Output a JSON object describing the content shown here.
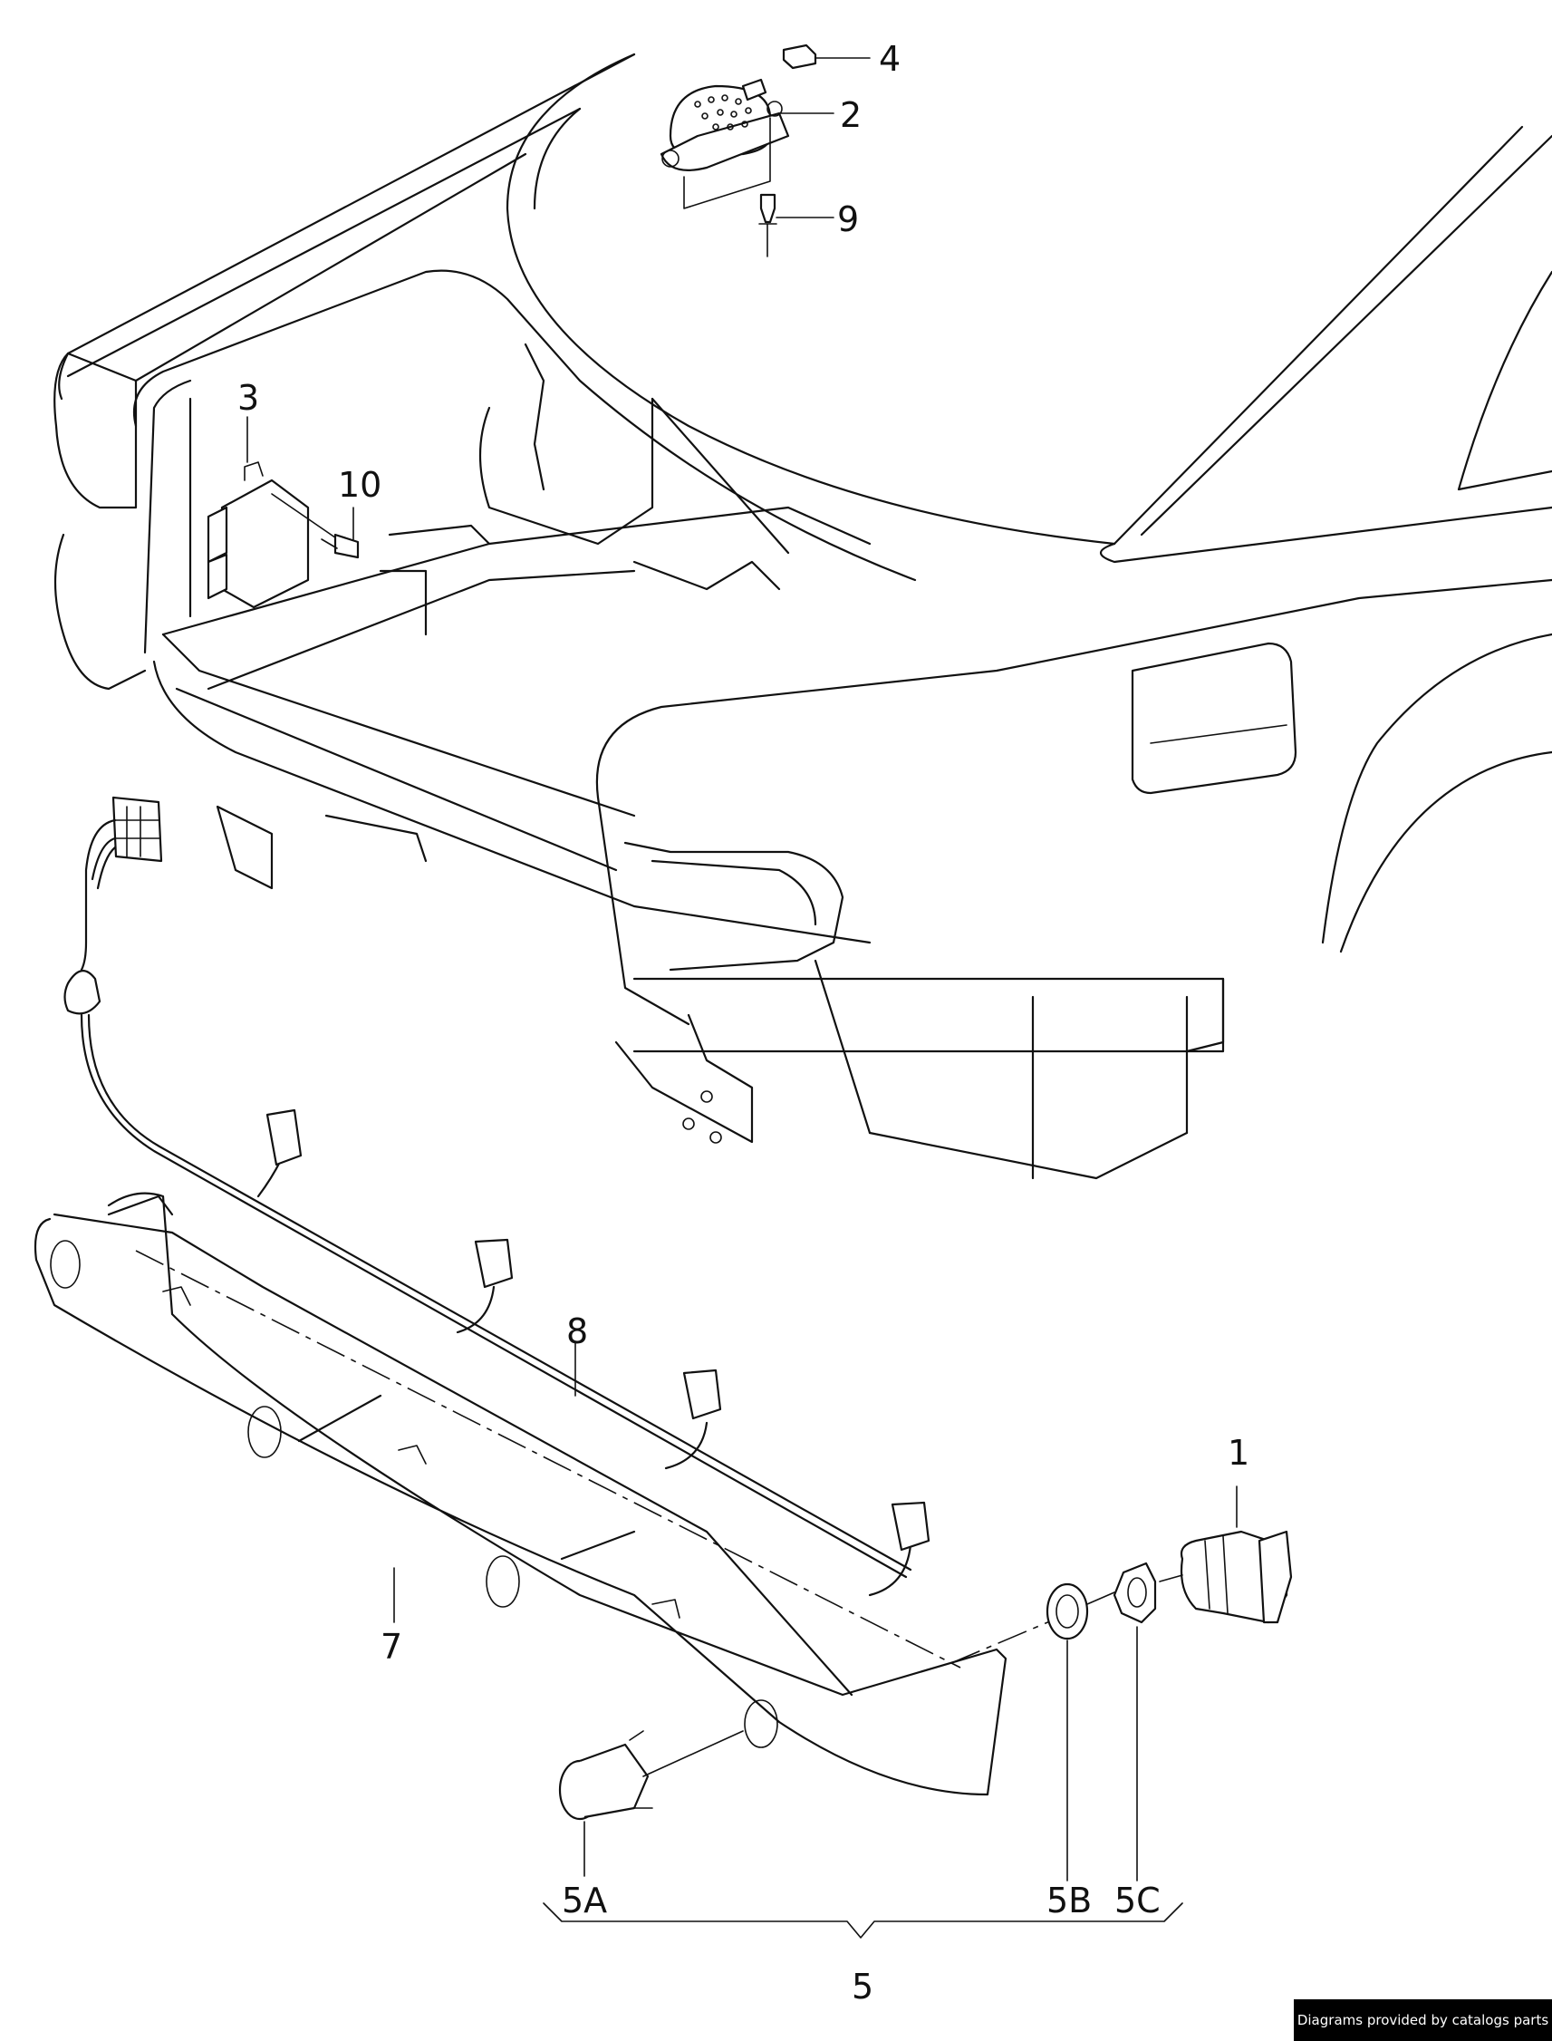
{
  "labels": {
    "p1": "1",
    "p2": "2",
    "p3": "3",
    "p4": "4",
    "p5": "5",
    "p5a": "5A",
    "p5b": "5B",
    "p5c": "5C",
    "p7": "7",
    "p8": "8",
    "p9": "9",
    "p10": "10"
  },
  "footer": "Diagrams provided by catalogs parts"
}
